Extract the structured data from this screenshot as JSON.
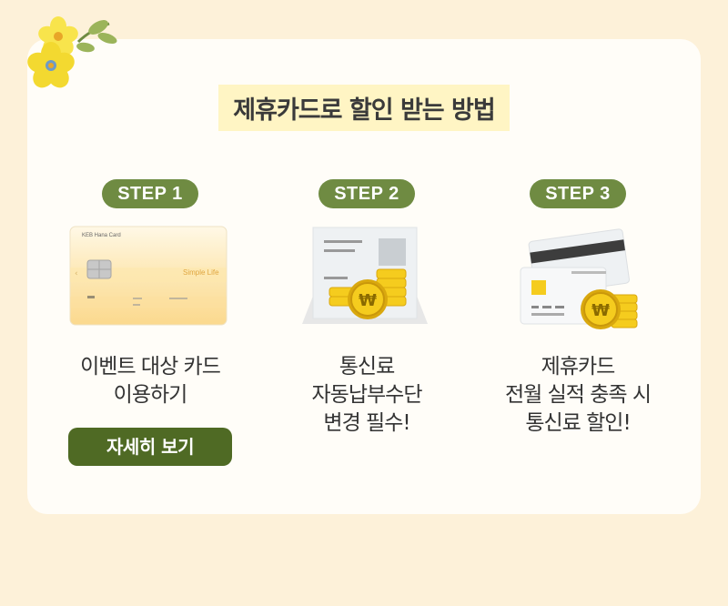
{
  "title": "제휴카드로 할인 받는 방법",
  "steps": [
    {
      "label": "STEP 1",
      "lines": [
        "이벤트 대상 카드",
        "이용하기"
      ],
      "card_brand": "KEB Hana Card",
      "card_text": "Simple Life",
      "button": "자세히 보기"
    },
    {
      "label": "STEP 2",
      "lines": [
        "통신료",
        "자동납부수단",
        "변경 필수!"
      ]
    },
    {
      "label": "STEP 3",
      "lines": [
        "제휴카드",
        "전월 실적 충족 시",
        "통신료 할인!"
      ]
    }
  ],
  "icons": {
    "decoration": "yellow-flower-icon",
    "step2": "bill-with-coins-icon",
    "step3": "cards-with-coins-icon",
    "coin_symbol": "₩"
  },
  "colors": {
    "background": "#fdf1d9",
    "panel": "#fffdf8",
    "title_highlight": "#fff5c4",
    "step_pill": "#6f8b42",
    "detail_button": "#4f6a24",
    "coin": "#f5cc1e"
  }
}
